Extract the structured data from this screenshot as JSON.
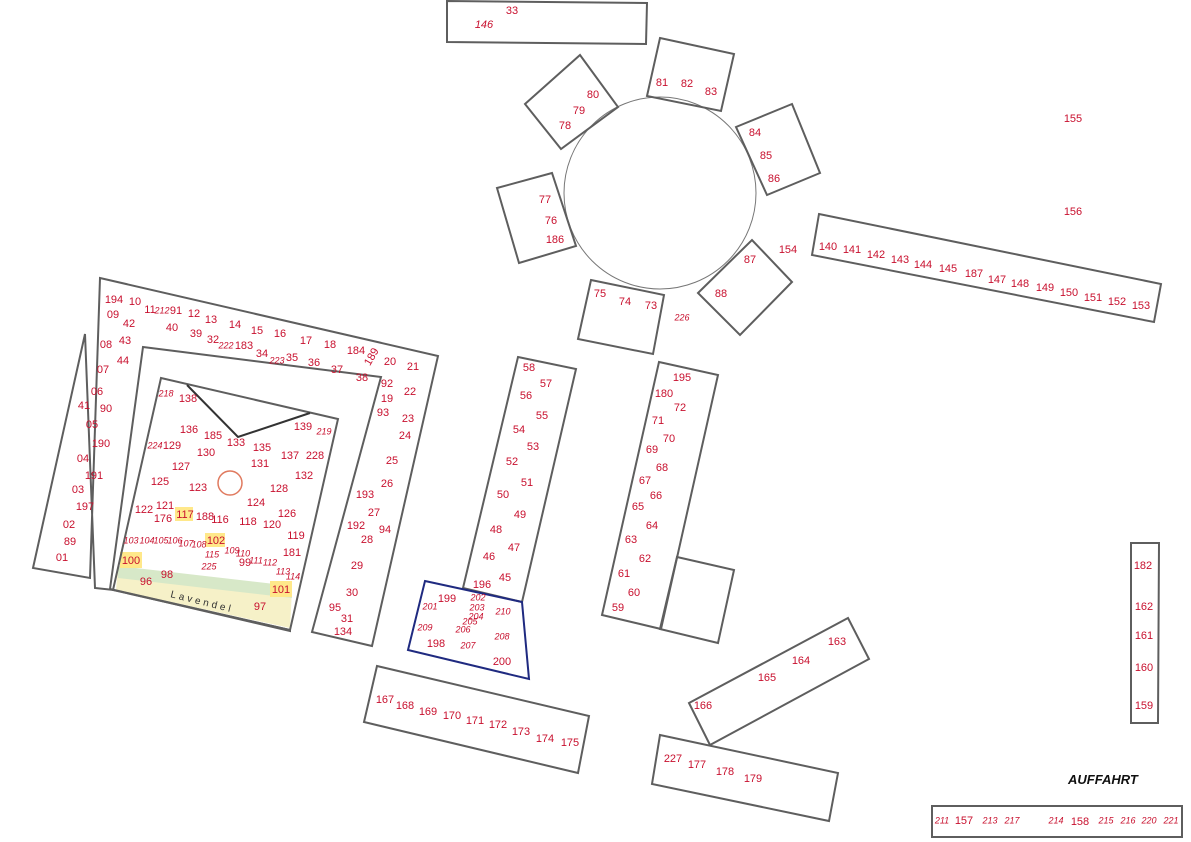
{
  "labels": {
    "street": "Lavendel",
    "driveway": "AUFFAHRT"
  },
  "colors": {
    "stall_number": "#c8102e",
    "block_outline": "#5e5e5e",
    "highlight_stand": "#ffe88a",
    "special_area_outline": "#1f2a80",
    "lavender_strip": "#d7e8c8",
    "central_marker": "#e07a5f"
  },
  "stalls": [
    "33",
    "146",
    "80",
    "79",
    "78",
    "81",
    "82",
    "83",
    "84",
    "85",
    "86",
    "77",
    "76",
    "186",
    "87",
    "88",
    "154",
    "75",
    "74",
    "73",
    "226",
    "155",
    "156",
    "140",
    "141",
    "142",
    "143",
    "144",
    "145",
    "187",
    "147",
    "148",
    "149",
    "150",
    "151",
    "152",
    "153",
    "194",
    "10",
    "11",
    "212",
    "91",
    "12",
    "13",
    "09",
    "42",
    "40",
    "39",
    "32",
    "222",
    "14",
    "15",
    "16",
    "183",
    "34",
    "35",
    "36",
    "17",
    "18",
    "184",
    "189",
    "20",
    "21",
    "37",
    "38",
    "223",
    "08",
    "43",
    "44",
    "07",
    "06",
    "41",
    "90",
    "05",
    "190",
    "04",
    "191",
    "03",
    "197",
    "02",
    "89",
    "01",
    "92",
    "19",
    "93",
    "22",
    "23",
    "24",
    "25",
    "26",
    "193",
    "27",
    "192",
    "94",
    "28",
    "29",
    "30",
    "95",
    "31",
    "134",
    "218",
    "138",
    "219",
    "139",
    "224",
    "136",
    "185",
    "133",
    "135",
    "228",
    "137",
    "129",
    "130",
    "131",
    "127",
    "125",
    "123",
    "128",
    "132",
    "124",
    "126",
    "122",
    "121",
    "117",
    "176",
    "188",
    "116",
    "118",
    "120",
    "119",
    "181",
    "103",
    "104",
    "105",
    "106",
    "107",
    "108",
    "102",
    "115",
    "109",
    "110",
    "111",
    "112",
    "113",
    "114",
    "225",
    "100",
    "96",
    "98",
    "99",
    "101",
    "97",
    "58",
    "57",
    "56",
    "55",
    "54",
    "53",
    "52",
    "51",
    "50",
    "49",
    "48",
    "47",
    "46",
    "45",
    "196",
    "199",
    "202",
    "201",
    "203",
    "204",
    "205",
    "210",
    "209",
    "206",
    "208",
    "198",
    "207",
    "200",
    "195",
    "180",
    "72",
    "71",
    "70",
    "69",
    "68",
    "67",
    "66",
    "65",
    "64",
    "63",
    "62",
    "61",
    "60",
    "59",
    "163",
    "164",
    "165",
    "166",
    "167",
    "168",
    "169",
    "170",
    "171",
    "172",
    "173",
    "174",
    "175",
    "227",
    "177",
    "178",
    "179",
    "182",
    "162",
    "161",
    "160",
    "159",
    "211",
    "157",
    "213",
    "217",
    "214",
    "158",
    "215",
    "216",
    "220",
    "221"
  ]
}
